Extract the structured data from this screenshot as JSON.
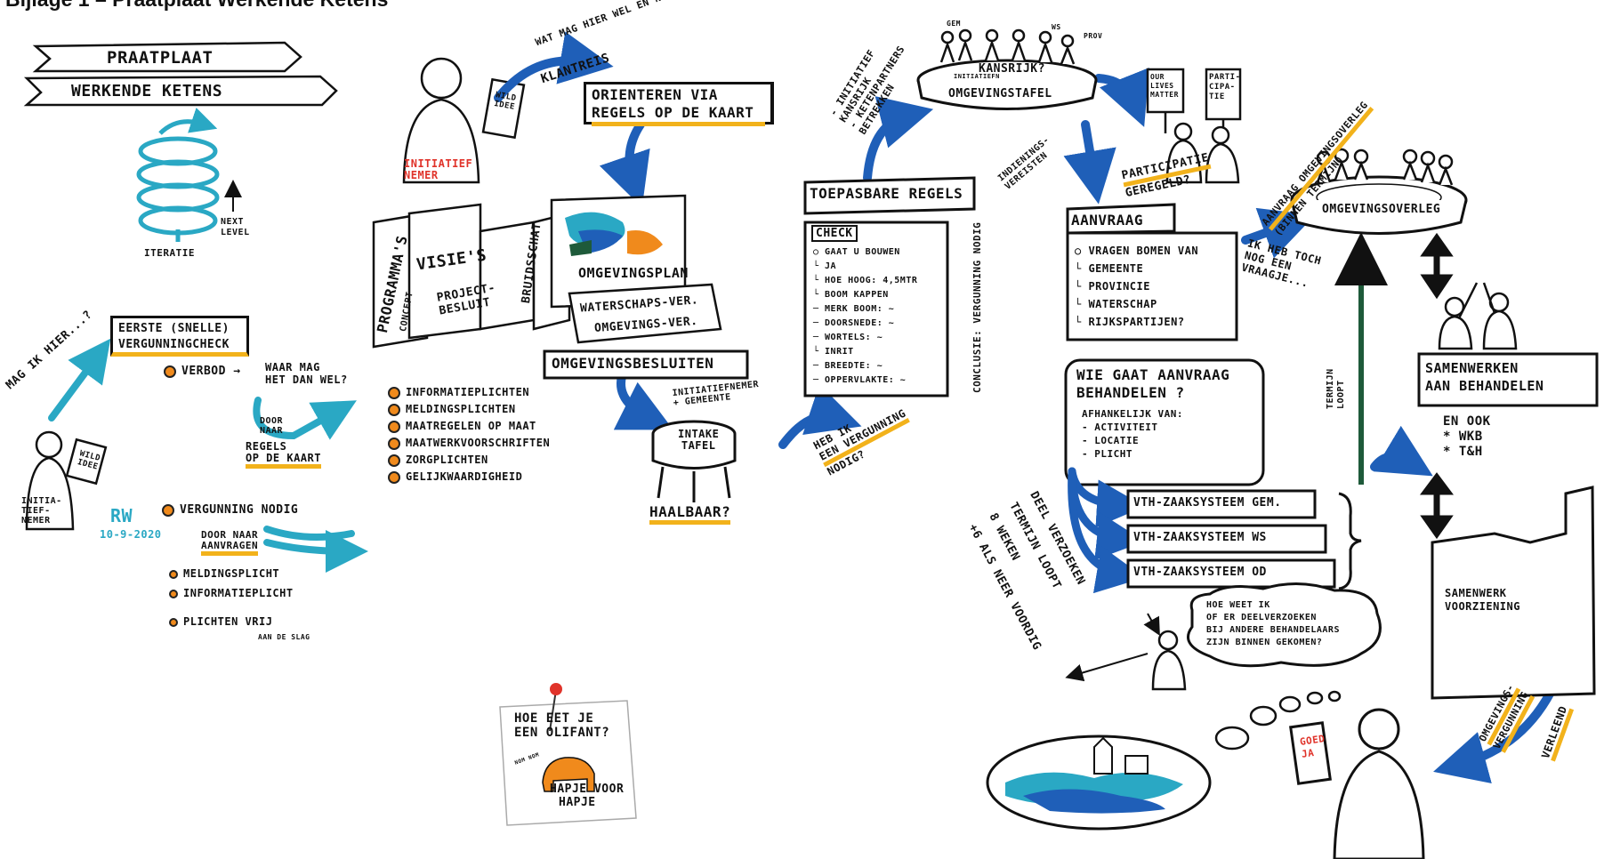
{
  "title": "Bijlage 1 – Praatplaat Werkende Ketens",
  "banner": {
    "line1": "PRAATPLAAT",
    "line2": "WERKENDE KETENS"
  },
  "spiral": {
    "iteratie": "ITERATIE",
    "next": "NEXT",
    "level": "LEVEL"
  },
  "left_person": {
    "label1": "INITIA-",
    "label2": "TIEF-",
    "label3": "NEMER",
    "paper1": "WILD",
    "paper2": "IDEE"
  },
  "signature": {
    "initials": "RW",
    "date": "10-9-2020"
  },
  "mag_ik": "MAG IK HIER...?",
  "eerste_check": {
    "line1": "EERSTE (SNELLE)",
    "line2": "VERGUNNINGCHECK"
  },
  "verbod": {
    "label": "VERBOD →",
    "waar1": "WAAR MAG",
    "waar2": "HET DAN WEL?",
    "door1": "DOOR",
    "door2": "NAAR",
    "regels1": "REGELS",
    "regels2": "OP DE KAART"
  },
  "vergunning_nodig": {
    "label": "VERGUNNING NODIG",
    "door1": "DOOR NAAR",
    "door2": "AANVRAGEN",
    "items": [
      "MELDINGSPLICHT",
      "INFORMATIEPLICHT",
      "PLICHTEN VRIJ"
    ],
    "aandeslag": "AAN DE SLAG"
  },
  "initiatiefnemer": {
    "label1": "INITIATIEF",
    "label2": "NEMER",
    "paper1": "WILD",
    "paper2": "IDEE"
  },
  "klantreis": {
    "label": "KLANTREIS",
    "question": "WAT MAG HIER WEL EN NIET?"
  },
  "orienteren": {
    "line1": "ORIENTEREN VIA",
    "line2": "REGELS OP DE KAART"
  },
  "documents": {
    "programmas": "PROGRAMMA'S",
    "visies": "VISIE'S",
    "concept": "CONCEPT",
    "projectbesluit1": "PROJECT-",
    "projectbesluit2": "BESLUIT",
    "bruidsschat": "BRUIDSSCHAT",
    "omgevingsplan": "OMGEVINGSPLAN",
    "waterschapsver": "WATERSCHAPS-VER.",
    "omgevingsver": "OMGEVINGS-VER.",
    "omgevingsbesluiten": "OMGEVINGSBESLUITEN"
  },
  "plichten": [
    "INFORMATIEPLICHTEN",
    "MELDINGSPLICHTEN",
    "MAATREGELEN OP MAAT",
    "MAATWERKVOORSCHRIFTEN",
    "ZORGPLICHTEN",
    "GELIJKWAARDIGHEID"
  ],
  "intake": {
    "top1": "INITIATIEFNEMER",
    "top2": "+ GEMEENTE",
    "table1": "INTAKE",
    "table2": "TAFEL",
    "haalbaar": "HAALBAAR?"
  },
  "heb_ik": {
    "line1": "HEB IK",
    "line2": "EEN VERGUNNING",
    "line3": "NODIG?"
  },
  "toepasbare": {
    "title": "TOEPASBARE REGELS",
    "check": "CHECK",
    "lines": [
      "○ GAAT U BOUWEN",
      "└ JA",
      "└ HOE HOOG: 4,5MTR",
      "└ BOOM KAPPEN",
      "  ─ MERK BOOM: ~",
      "  ─ DOORSNEDE: ~",
      "  ─ WORTELS: ~",
      "└ INRIT",
      "  ─ BREEDTE: ~",
      "  ─ OPPERVLAKTE: ~"
    ],
    "conclusie": "CONCLUSIE: VERGUNNING NODIG"
  },
  "initiatief_kansrijk": {
    "line1": "- INITIATIEF",
    "line2": "KANSRIJK",
    "line3": "- KETENPARTNERS",
    "line4": "BETREKKEN"
  },
  "omgevingstafel": {
    "top": "KANSRIJK?",
    "label": "OMGEVINGSTAFEL",
    "gem": "GEM",
    "ws": "WS",
    "prov": "PROV",
    "initiatiefn": "INITIATIEFN"
  },
  "participatie": {
    "sign1a": "OUR",
    "sign1b": "LIVES",
    "sign1c": "MATTER",
    "sign2a": "PARTI-",
    "sign2b": "CIPA-",
    "sign2c": "TIE",
    "label1": "PARTICIPATIE",
    "label2": "GEREGELD?"
  },
  "indieningsvereisten": {
    "line1": "INDIENINGS-",
    "line2": "VEREISTEN"
  },
  "aanvraag": {
    "title": "AANVRAAG",
    "lines": [
      "○ VRAGEN BOMEN VAN",
      "└ GEMEENTE",
      "└ PROVINCIE",
      "└ WATERSCHAP",
      "└ RIJKSPARTIJEN?"
    ]
  },
  "wie_gaat": {
    "line1": "WIE GAAT AANVRAAG",
    "line2": "BEHANDELEN ?",
    "sub": "AFHANKELIJK VAN:",
    "items": [
      "- ACTIVITEIT",
      "- LOCATIE",
      "- PLICHT"
    ]
  },
  "vth": [
    "VTH-ZAAKSYSTEEM GEM.",
    "VTH-ZAAKSYSTEEM WS",
    "VTH-ZAAKSYSTEEM OD"
  ],
  "deelverzoeken": {
    "line1": "DEEL VERZOEKEN",
    "line2": "TERMIJN LOOPT",
    "line3": "8 WEKEN",
    "line4": "+6 ALS NEER VOORDIG"
  },
  "hoe_weet": {
    "line1": "HOE WEET IK",
    "line2": "OF ER DEELVERZOEKEN",
    "line3": "BIJ ANDERE BEHANDELAARS",
    "line4": "ZIJN BINNEN GEKOMEN?"
  },
  "omgevingsoverleg": {
    "aanvraag1": "AANVRAAG OMGEVINGSOVERLEG",
    "aanvraag2": "(BINNEN TERMIJN)",
    "label": "OMGEVINGSOVERLEG"
  },
  "ik_heb": {
    "line1": "IK HEB TOCH",
    "line2": "NOG EEN",
    "line3": "VRAAGJE..."
  },
  "termijn": {
    "line1": "TERMIJN",
    "line2": "LOOPT"
  },
  "samenwerken": {
    "line1": "SAMENWERKEN",
    "line2": "AAN BEHANDELEN",
    "en1": "EN OOK",
    "en2": "* WKB",
    "en3": "* T&H"
  },
  "voorziening": {
    "line1": "SAMENWERK",
    "line2": "VOORZIENING"
  },
  "verleend": {
    "line1": "OMGEVINGS-",
    "line2": "VERGUNNING",
    "line3": "VERLEEND"
  },
  "final_paper": {
    "line1": "GOED",
    "line2": "JA"
  },
  "olifant": {
    "line1": "HOE EET JE",
    "line2": "EEN OLIFANT?",
    "line3": "HAPJE VOOR",
    "line4": "HAPJE",
    "small": "NOM NOM"
  },
  "colors": {
    "teal": "#2aa8c4",
    "blue": "#1f5fb8",
    "dark_blue": "#0f3f8a",
    "yellow": "#f2b21b",
    "orange": "#f08a1c",
    "green": "#1e5a3a"
  }
}
